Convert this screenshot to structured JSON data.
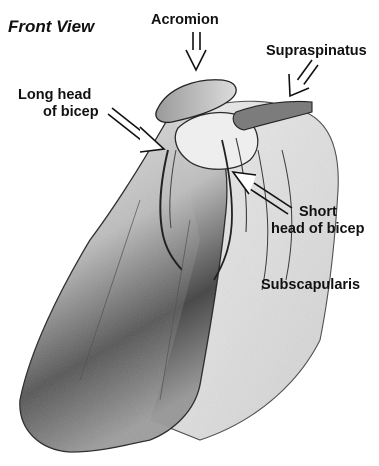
{
  "title": "Front View",
  "labels": {
    "acromion": "Acromion",
    "supraspinatus": "Supraspinatus",
    "long_head_line1": "Long head",
    "long_head_line2": "of bicep",
    "short_head_line1": "Short",
    "short_head_line2": "head of bicep",
    "subscapularis": "Subscapularis"
  },
  "colors": {
    "ink": "#111111",
    "outline": "#333333",
    "shade_dark": "#2b2b2b",
    "shade_light": "#e6e6e6"
  }
}
